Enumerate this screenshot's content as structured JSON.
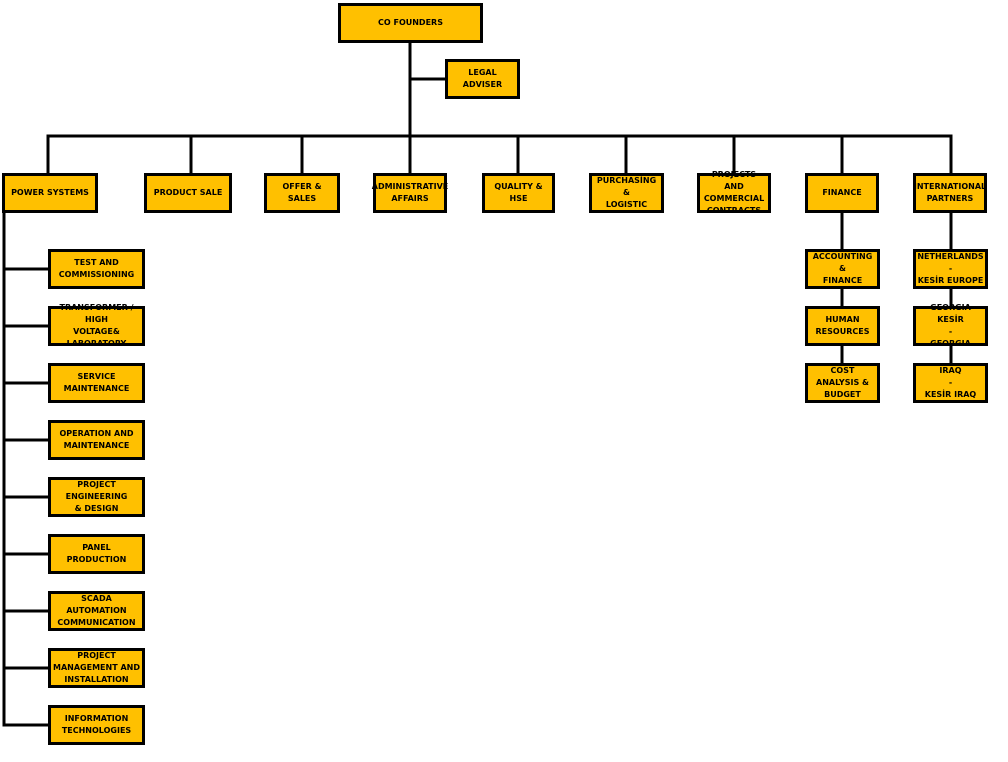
{
  "colors": {
    "box_fill": "#FFC000",
    "border": "#000000",
    "background": "#FFFFFF"
  },
  "top": {
    "co_founders": "CO FOUNDERS",
    "legal_adviser": "LEGAL ADVISER"
  },
  "departments": [
    {
      "id": "power-systems",
      "label": "POWER SYSTEMS"
    },
    {
      "id": "product-sale",
      "label": "PRODUCT SALE"
    },
    {
      "id": "offer-sales",
      "label": "OFFER & SALES"
    },
    {
      "id": "administrative-affairs",
      "label": "ADMINISTRATIVE\nAFFAIRS"
    },
    {
      "id": "quality-hse",
      "label": "QUALITY & HSE"
    },
    {
      "id": "purchasing-logistic",
      "label": "PURCHASİNG &\nLOGISTIC"
    },
    {
      "id": "projects-commercial-contracts",
      "label": "PROJECTS AND\nCOMMERCIAL\nCONTRACTS"
    },
    {
      "id": "finance",
      "label": "FINANCE"
    },
    {
      "id": "international-partners",
      "label": "INTERNATIONAL\nPARTNERS"
    }
  ],
  "power_systems_units": [
    "TEST AND\nCOMMISSIONING",
    "TRANSFORMER / HIGH\nVOLTAGE&\nLABORATORY",
    "SERVICE MAINTENANCE",
    "OPERATION AND\nMAINTENANCE",
    "PROJECT ENGINEERING\n& DESIGN",
    "PANEL PRODUCTION",
    "SCADA AUTOMATION\nCOMMUNICATION",
    "PROJECT\nMANAGEMENT AND\nINSTALLATION",
    "INFORMATION\nTECHNOLOGIES"
  ],
  "finance_units": [
    "ACCOUNTING &\nFINANCE",
    "HUMAN\nRESOURCES",
    "COST ANALYSIS &\nBUDGET"
  ],
  "international_units": [
    "NETHERLANDS\n-\nKESİR EUROPE",
    "GEORGIA KESİR\n-\nGEORGIA",
    "IRAQ\n-\nKESİR IRAQ"
  ]
}
